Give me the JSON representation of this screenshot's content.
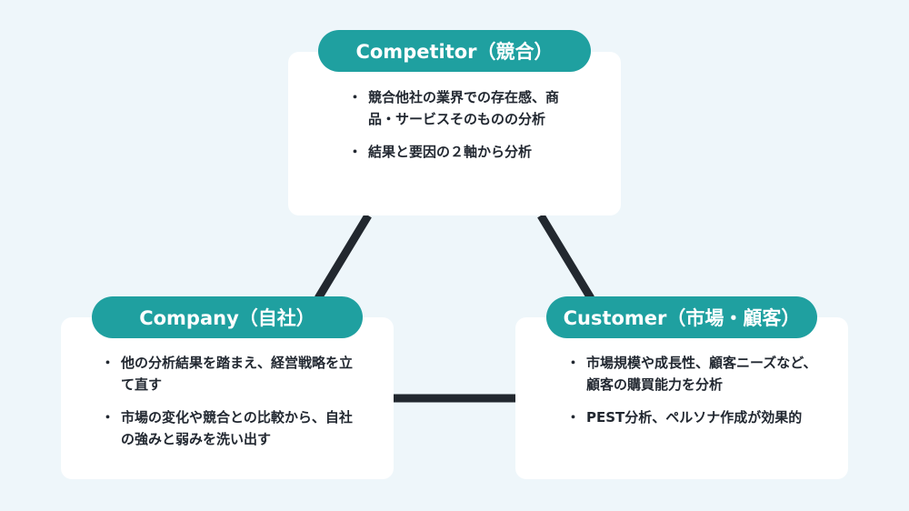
{
  "colors": {
    "background": "#eef6fa",
    "accent": "#1fa0a0",
    "connector": "#22282f",
    "text": "#222831"
  },
  "competitor": {
    "title": "Competitor（競合）",
    "bullets": [
      "競合他社の業界での存在感、商品・サービスそのものの分析",
      "結果と要因の２軸から分析"
    ]
  },
  "company": {
    "title": "Company（自社）",
    "bullets": [
      "他の分析結果を踏まえ、経営戦略を立て直す",
      "市場の変化や競合との比較から、自社の強みと弱みを洗い出す"
    ]
  },
  "customer": {
    "title": "Customer（市場・顧客）",
    "bullets": [
      "市場規模や成長性、顧客ニーズなど、顧客の購買能力を分析",
      "PEST分析、ペルソナ作成が効果的"
    ]
  }
}
